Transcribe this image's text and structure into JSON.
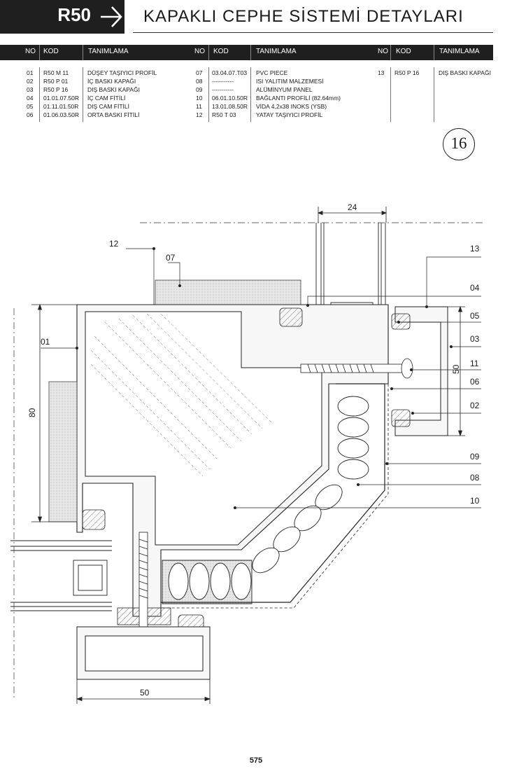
{
  "header": {
    "series": "R50",
    "title": "KAPAKLI CEPHE SİSTEMİ DETAYLARI"
  },
  "table": {
    "columns": [
      "NO",
      "KOD",
      "TANIMLAMA"
    ],
    "group1": [
      {
        "no": "01",
        "kod": "R50 M 11",
        "tanim": "DÜŞEY TAŞIYICI PROFİL"
      },
      {
        "no": "02",
        "kod": "R50 P 01",
        "tanim": "İÇ BASKI KAPAĞI"
      },
      {
        "no": "03",
        "kod": "R50 P 16",
        "tanim": "DIŞ BASKI KAPAĞI"
      },
      {
        "no": "04",
        "kod": "01.01.07.50R",
        "tanim": "İÇ CAM FİTİLİ"
      },
      {
        "no": "05",
        "kod": "01.11.01.50R",
        "tanim": "DIŞ CAM FİTİLİ"
      },
      {
        "no": "06",
        "kod": "01.06.03.50R",
        "tanim": "ORTA BASKI FİTİLİ"
      }
    ],
    "group2": [
      {
        "no": "07",
        "kod": "03.04.07.T03",
        "tanim": "PVC PIECE"
      },
      {
        "no": "08",
        "kod": "-----------",
        "tanim": "ISI YALITIM MALZEMESİ"
      },
      {
        "no": "09",
        "kod": "-----------",
        "tanim": "ALÜMİNYUM PANEL"
      },
      {
        "no": "10",
        "kod": "06.01.10.50R",
        "tanim": "BAĞLANTI PROFİLİ (82.64mm)"
      },
      {
        "no": "11",
        "kod": "13.01.08.50R",
        "tanim": "VİDA 4,2x38 INOKS (YSB)"
      },
      {
        "no": "12",
        "kod": "R50 T 03",
        "tanim": "YATAY TAŞIYICI PROFİL"
      }
    ],
    "group3": [
      {
        "no": "13",
        "kod": "R50 P 16",
        "tanim": "DIŞ BASKI KAPAĞI"
      }
    ]
  },
  "page_badge": "16",
  "drawing": {
    "callouts": {
      "c12": "12",
      "c07": "07",
      "c13": "13",
      "c04": "04",
      "c05": "05",
      "c03": "03",
      "c11": "11",
      "c06": "06",
      "c02": "02",
      "c09": "09",
      "c08": "08",
      "c10": "10",
      "c01": "01"
    },
    "dimensions": {
      "d24": "24",
      "d80": "80",
      "d50_right": "50",
      "d50_bottom": "50"
    }
  },
  "page_number": "575",
  "colors": {
    "header_bg": "#1f1f1f",
    "line": "#1a1a1a",
    "panel_fill": "#d9d9d9"
  }
}
